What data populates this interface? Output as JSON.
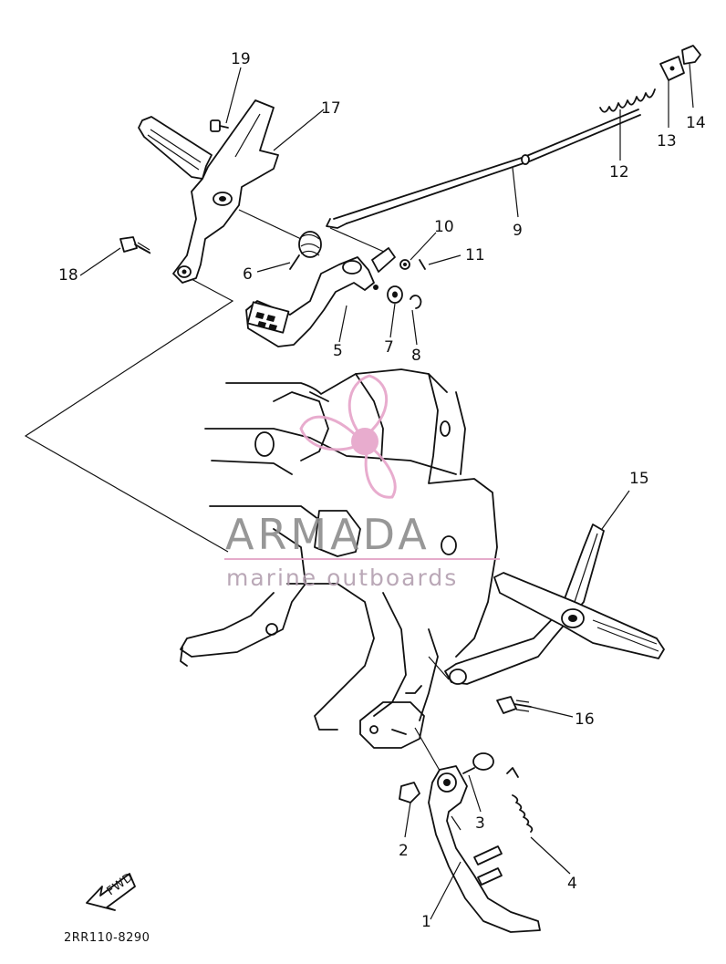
{
  "diagram": {
    "part_numbers": [
      "1",
      "2",
      "3",
      "4",
      "5",
      "6",
      "7",
      "8",
      "9",
      "10",
      "11",
      "12",
      "13",
      "14",
      "15",
      "16",
      "17",
      "18",
      "19"
    ],
    "diagram_code": "2RR110-8290",
    "direction_label": "FWD"
  },
  "watermark": {
    "brand": "ARMADA",
    "tagline": "marine outboards",
    "colors": {
      "logo": "#e6a4c9",
      "text": "#8c8c8c",
      "rule": "#e3a3c6"
    }
  }
}
